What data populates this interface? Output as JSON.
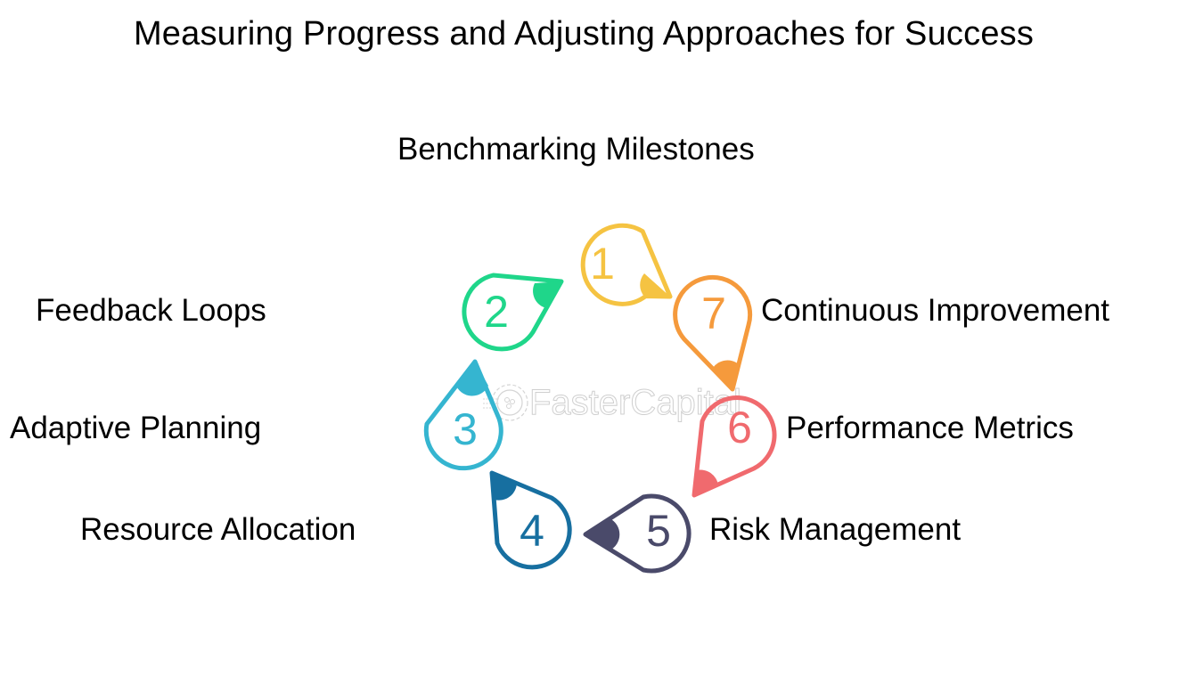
{
  "title": "Measuring Progress and Adjusting Approaches for Success",
  "watermark": "FasterCapital",
  "steps": [
    {
      "number": "1",
      "label": "Benchmarking Milestones",
      "color": "#F5C342"
    },
    {
      "number": "2",
      "label": "Feedback Loops",
      "color": "#1FD68A"
    },
    {
      "number": "3",
      "label": "Adaptive Planning",
      "color": "#35B5D0"
    },
    {
      "number": "4",
      "label": "Resource Allocation",
      "color": "#176FA0"
    },
    {
      "number": "5",
      "label": "Risk Management",
      "color": "#4A4A6A"
    },
    {
      "number": "6",
      "label": "Performance Metrics",
      "color": "#F06A6E"
    },
    {
      "number": "7",
      "label": "Continuous Improvement",
      "color": "#F59A3C"
    }
  ]
}
